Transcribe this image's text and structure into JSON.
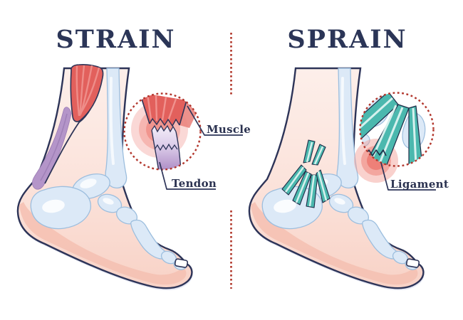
{
  "page": {
    "background": "#ffffff"
  },
  "divider": {
    "style": "dotted",
    "color": "#b03528"
  },
  "panels": {
    "strain": {
      "title": "STRAIN",
      "labels": {
        "muscle": "Muscle",
        "tendon": "Tendon"
      }
    },
    "sprain": {
      "title": "SPRAIN",
      "labels": {
        "ligament": "Ligament"
      }
    }
  },
  "colors": {
    "outline_navy": "#2d3458",
    "text_navy": "#2b3250",
    "divider_red": "#b03528",
    "inset_border_red": "#b2362c",
    "skin_light": "#fdefea",
    "skin_shade": "#f5c0b2",
    "bone_fill": "#dce9f7",
    "bone_stroke": "#9cbede",
    "muscle_red": "#e2605c",
    "muscle_stripe": "#f0928e",
    "tendon_purple": "#b495c9",
    "tendon_light": "#f3edf8",
    "ligament_teal": "#4bb8ae",
    "ligament_stripe": "#d6f1ee",
    "glow_pink": "#f0938c",
    "toenail_white": "#ffffff"
  }
}
